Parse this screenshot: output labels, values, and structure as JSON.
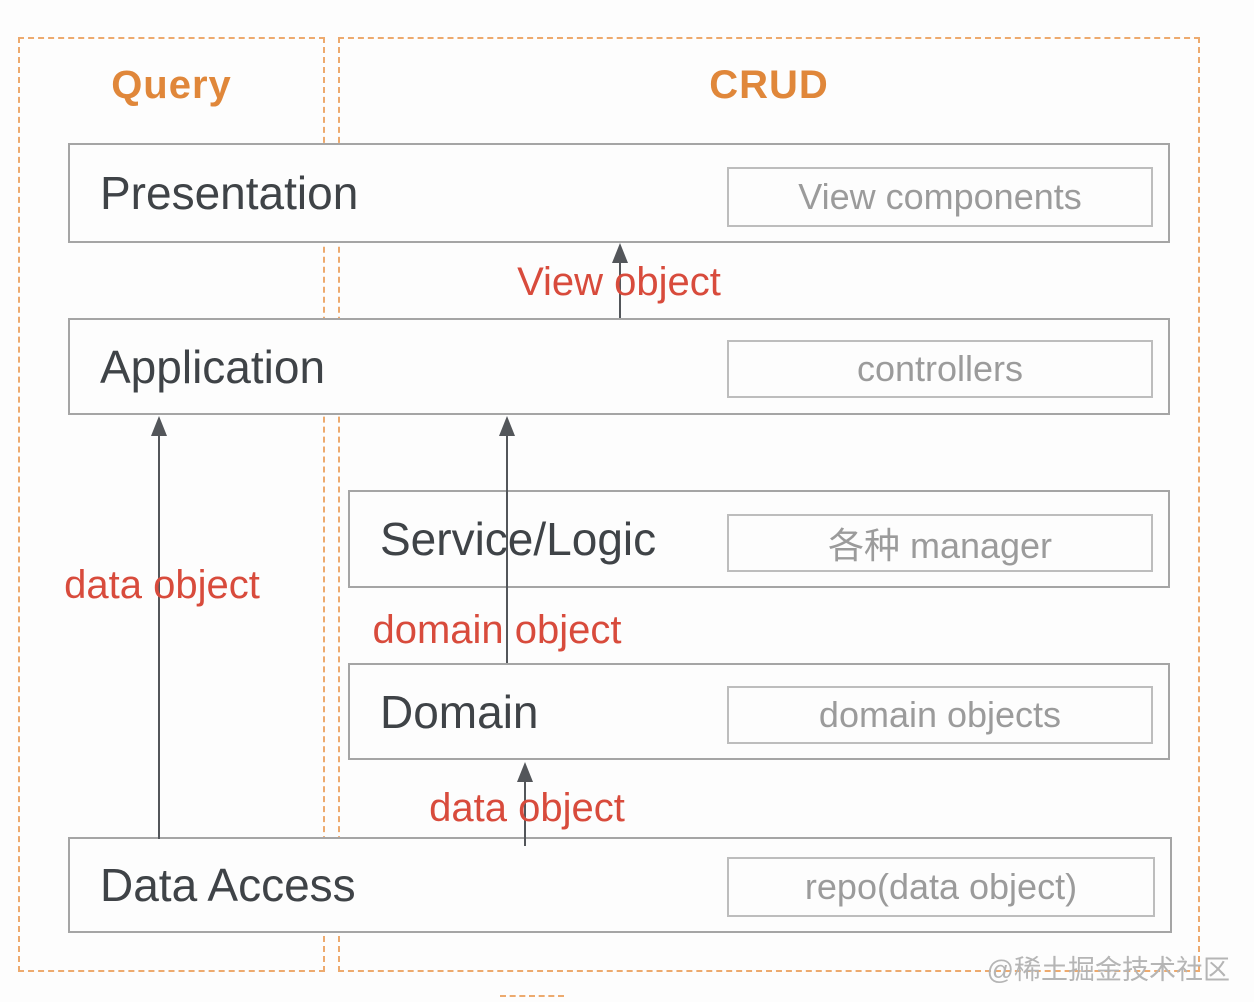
{
  "diagram": {
    "regions": [
      {
        "label": "Query"
      },
      {
        "label": "CRUD"
      }
    ],
    "layers": [
      {
        "label": "Presentation",
        "component": "View components"
      },
      {
        "label": "Application",
        "component": "controllers"
      },
      {
        "label": "Service/Logic",
        "component": "各种 manager"
      },
      {
        "label": "Domain",
        "component": "domain objects"
      },
      {
        "label": "Data Access",
        "component": "repo(data object)"
      }
    ],
    "flow_labels": [
      {
        "text": "View object"
      },
      {
        "text": "data object"
      },
      {
        "text": "domain object"
      },
      {
        "text": "data object"
      }
    ],
    "watermark": "@稀土掘金技术社区",
    "colors": {
      "accent_orange": "#e0873a",
      "dashed_border_orange": "#edaa6e",
      "red_label": "#d84b3c",
      "layer_border_gray": "#a5a5a5",
      "component_border_gray": "#bdbdbd",
      "layer_text_gray": "#3f4347",
      "component_text_gray": "#9b9b9b",
      "arrow_gray": "#53565a",
      "watermark_gray": "#b5b5b5",
      "background": "#fdfdfd"
    }
  }
}
